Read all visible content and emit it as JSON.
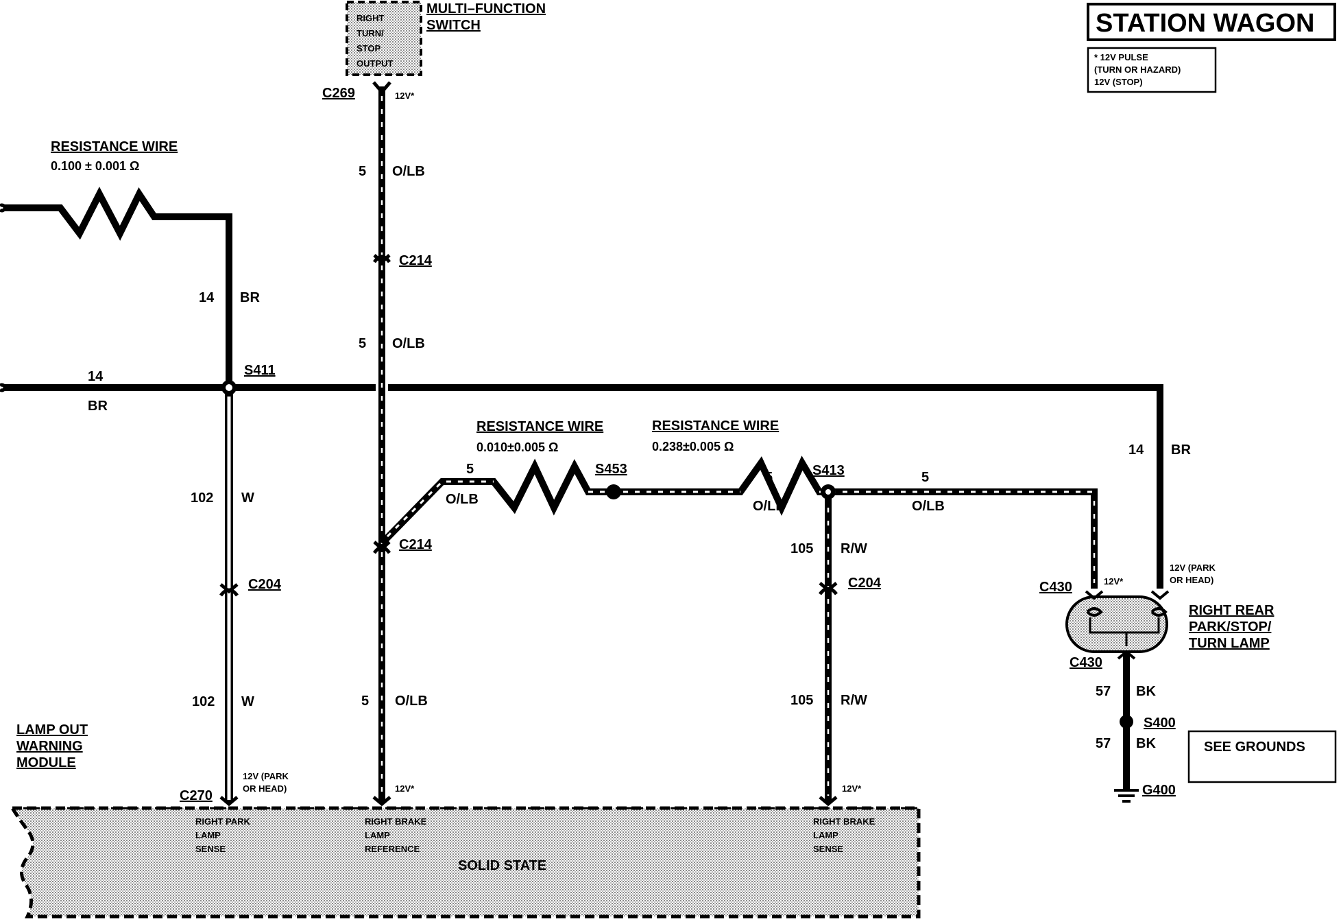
{
  "title": "STATION WAGON",
  "legend": {
    "line1": "* 12V PULSE",
    "line2": "(TURN OR HAZARD)",
    "line3": "12V (STOP)"
  },
  "switch": {
    "box": [
      "RIGHT",
      "TURN/",
      "STOP",
      "OUTPUT"
    ],
    "name1": "MULTI–FUNCTION",
    "name2": "SWITCH"
  },
  "connectors": {
    "c269": "C269",
    "c214a": "C214",
    "c214b": "C214",
    "c204a": "C204",
    "c204b": "C204",
    "c270": "C270",
    "c430a": "C430",
    "c430b": "C430"
  },
  "splices": {
    "s411": "S411",
    "s453": "S453",
    "s413": "S413",
    "s400": "S400"
  },
  "ground": {
    "g400": "G400",
    "see": "SEE GROUNDS"
  },
  "resistors": {
    "r1_title": "RESISTANCE WIRE",
    "r1_value": "0.100 ± 0.001 Ω",
    "r2_title": "RESISTANCE WIRE",
    "r2_value": "0.010±0.005 Ω",
    "r3_title": "RESISTANCE WIRE",
    "r3_value": "0.238±0.005 Ω"
  },
  "wires": {
    "w14_top_gauge": "14",
    "w14_top_color": "BR",
    "w14_h_gauge": "14",
    "w14_h_color": "BR",
    "w14_r_gauge": "14",
    "w14_r_color": "BR",
    "w5_top_gauge": "5",
    "w5_top_color": "O/LB",
    "w5_mid_gauge": "5",
    "w5_mid_color": "O/LB",
    "w5_low_gauge": "5",
    "w5_low_color": "O/LB",
    "w5_d1_gauge": "5",
    "w5_d1_color": "O/LB",
    "w5_d2_gauge": "5",
    "w5_d2_color": "O/LB",
    "w5_d3_gauge": "5",
    "w5_d3_color": "O/LB",
    "w102a_gauge": "102",
    "w102a_color": "W",
    "w102b_gauge": "102",
    "w102b_color": "W",
    "w105a_gauge": "105",
    "w105a_color": "R/W",
    "w105b_gauge": "105",
    "w105b_color": "R/W",
    "w57a_gauge": "57",
    "w57a_color": "BK",
    "w57b_gauge": "57",
    "w57b_color": "BK"
  },
  "voltages": {
    "v_c269": "12V*",
    "v_c270_1": "12V (PARK",
    "v_c270_2": "OR HEAD)",
    "v_brake_ref": "12V*",
    "v_brake_sense": "12V*",
    "v_lamp_left": "12V*",
    "v_lamp_right_1": "12V (PARK",
    "v_lamp_right_2": "OR HEAD)"
  },
  "lamp": {
    "l1": "RIGHT REAR",
    "l2": "PARK/STOP/",
    "l3": "TURN LAMP"
  },
  "module": {
    "name": [
      "LAMP OUT",
      "WARNING",
      "MODULE"
    ],
    "body": "SOLID STATE",
    "pin1": [
      "RIGHT PARK",
      "LAMP",
      "SENSE"
    ],
    "pin2": [
      "RIGHT BRAKE",
      "LAMP",
      "REFERENCE"
    ],
    "pin3": [
      "RIGHT BRAKE",
      "LAMP",
      "SENSE"
    ]
  }
}
